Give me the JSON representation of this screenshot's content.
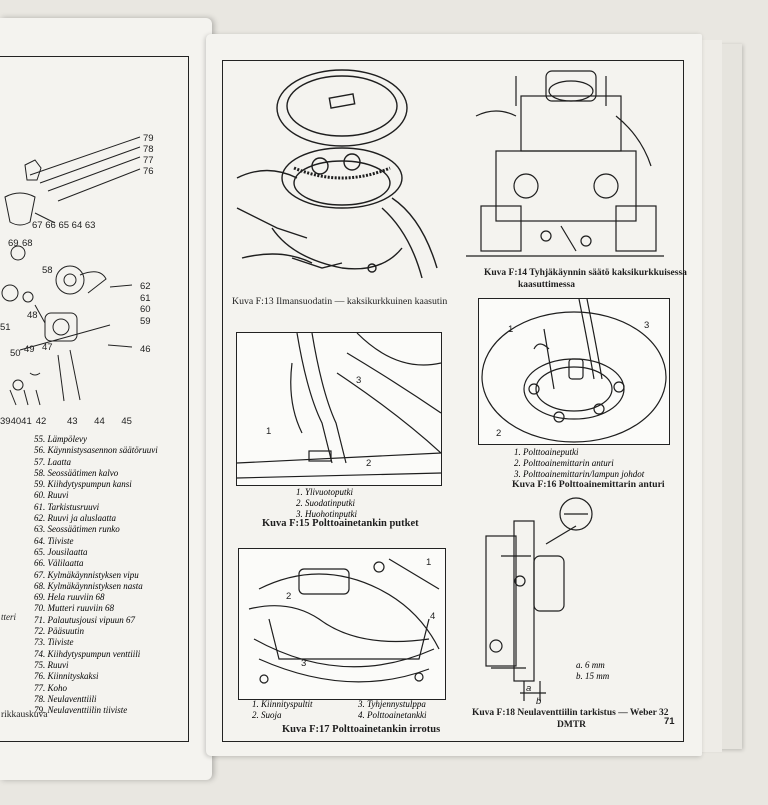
{
  "left_page": {
    "exploded_numbers_right": [
      "79",
      "78",
      "77",
      "76"
    ],
    "exploded_numbers_row": [
      "67",
      "66",
      "65",
      "64",
      "63"
    ],
    "side_numbers": [
      "62",
      "61",
      "60",
      "59",
      "46"
    ],
    "mid_numbers": [
      "69",
      "68",
      "58",
      "48",
      "50",
      "49",
      "47",
      "51"
    ],
    "bottom_numbers": [
      "39",
      "40",
      "41",
      "42",
      "43",
      "44",
      "45"
    ],
    "parts_list": [
      "55. Lämpölevy",
      "56. Käynnistysasennon säätöruuvi",
      "57. Laatta",
      "58. Seossäätimen kalvo",
      "59. Kiihdytyspumpun kansi",
      "60. Ruuvi",
      "61. Tarkistusruuvi",
      "62. Ruuvi ja aluslaatta",
      "63. Seossäätimen runko",
      "64. Tiiviste",
      "65. Jousilaatta",
      "66. Välilaatta",
      "67. Kylmäkäynnistyksen vipu",
      "68. Kylmäkäynnistyksen nasta",
      "69. Hela ruuviin 68",
      "70. Mutteri ruuviin 68",
      "71. Palautusjousi vipuun 67",
      "72. Pääsuutin",
      "73. Tiiviste",
      "74. Kiihdytyspumpun venttiili",
      "75. Ruuvi",
      "76. Kiinnityskaksi",
      "77. Koho",
      "78. Neulaventtiili",
      "79. Neulaventtiilin tiiviste"
    ],
    "margin_fragment_1": "tteri",
    "margin_fragment_2": "rikkauskuva"
  },
  "right_page": {
    "fig13": {
      "caption": "Kuva F:13 Ilmansuodatin — kaksikurkkuinen kaasutin"
    },
    "fig14": {
      "caption_line1": "Kuva F:14 Tyhjäkäynnin säätö kaksikurkkuisessa",
      "caption_line2": "kaasuttimessa"
    },
    "fig15": {
      "callouts": [
        "1",
        "2",
        "3"
      ],
      "legend": [
        "1. Ylivuotoputki",
        "2. Suodatinputki",
        "3. Huohotinputki"
      ],
      "caption": "Kuva F:15 Polttoainetankin putket"
    },
    "fig16": {
      "callouts": [
        "1",
        "2",
        "3"
      ],
      "legend": [
        "1. Polttoaineputki",
        "2. Polttoainemittarin anturi",
        "3. Polttoainemittarin/lampun johdot"
      ],
      "caption": "Kuva F:16 Polttoainemittarin anturi"
    },
    "fig17": {
      "callouts": [
        "1",
        "2",
        "3",
        "4"
      ],
      "legend_left": [
        "1. Kiinnityspultit",
        "2. Suoja"
      ],
      "legend_right": [
        "3. Tyhjennystulppa",
        "4. Polttoainetankki"
      ],
      "caption": "Kuva F:17 Polttoainetankin irrotus"
    },
    "fig18": {
      "callouts": [
        "a",
        "b"
      ],
      "legend": [
        "a. 6 mm",
        "b. 15 mm"
      ],
      "caption_line1": "Kuva F:18 Neulaventtiilin tarkistus — Weber 32",
      "caption_line2": "DMTR"
    },
    "page_number": "71"
  },
  "colors": {
    "paper": "#f4f3ef",
    "ink": "#1e1e1e",
    "background": "#e9e7e1"
  }
}
